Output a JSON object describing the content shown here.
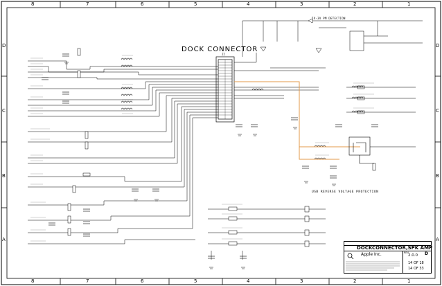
{
  "schematic": {
    "title": "DOCK CONNECTOR",
    "overvoltage_title": "5V-3V PM DETECTION",
    "usb_title": "USB REVERSE VOLTAGE PROTECTION",
    "connector_ref": "J2",
    "zones_top": [
      "8",
      "7",
      "6",
      "5",
      "4",
      "3",
      "2",
      "1"
    ],
    "zones_side": [
      "D",
      "C",
      "B",
      "A"
    ]
  },
  "title_block": {
    "sheet_title": "DOCKCONNECTOR,SPK AMP",
    "company": "Apple Inc.",
    "revision_label": "REV",
    "revision": "2.0.0",
    "sheet_label": "14 OF 18",
    "page_label": "14 OF 33",
    "size_letter": "D"
  }
}
